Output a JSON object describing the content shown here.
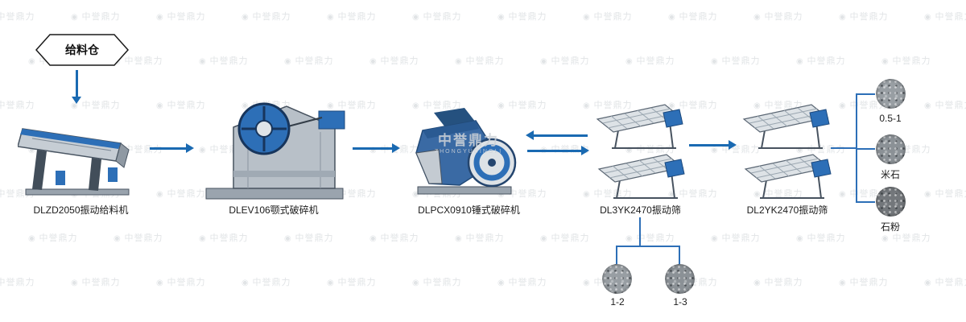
{
  "watermark": {
    "text": "中誉鼎力",
    "subtext": "ZHONGYUDINGLI"
  },
  "colors": {
    "arrow": "#1a6ab2",
    "line": "#2d6fb7",
    "label": "#1b1b1b"
  },
  "flow": {
    "feed_bin_label": "给料仓",
    "machines": {
      "feeder": {
        "label": "DLZD2050振动给料机"
      },
      "jaw_crusher": {
        "label": "DLEV106颚式破碎机"
      },
      "hammer_crusher": {
        "label": "DLPCX0910锤式破碎机"
      },
      "screen_1": {
        "label": "DL3YK2470振动筛"
      },
      "screen_2": {
        "label": "DL2YK2470振动筛"
      }
    },
    "outputs": {
      "right": [
        {
          "label": "0.5-1"
        },
        {
          "label": "米石"
        },
        {
          "label": "石粉"
        }
      ],
      "bottom": [
        {
          "label": "1-2"
        },
        {
          "label": "1-3"
        }
      ]
    }
  }
}
